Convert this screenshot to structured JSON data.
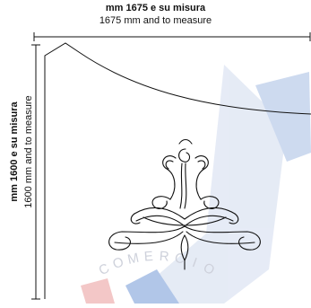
{
  "dimensions": {
    "width_bold": "mm 1675 e su misura",
    "width_sub": "1675 mm and to measure",
    "height_bold": "mm 1600 e su misura",
    "height_sub": "1600 mm and to measure"
  },
  "watermark": {
    "text": "COMERCIO",
    "color_blue": "#5b87c8",
    "color_red": "#d64545"
  },
  "colors": {
    "line": "#111111",
    "watermark_letters": "#c9cdd8"
  }
}
